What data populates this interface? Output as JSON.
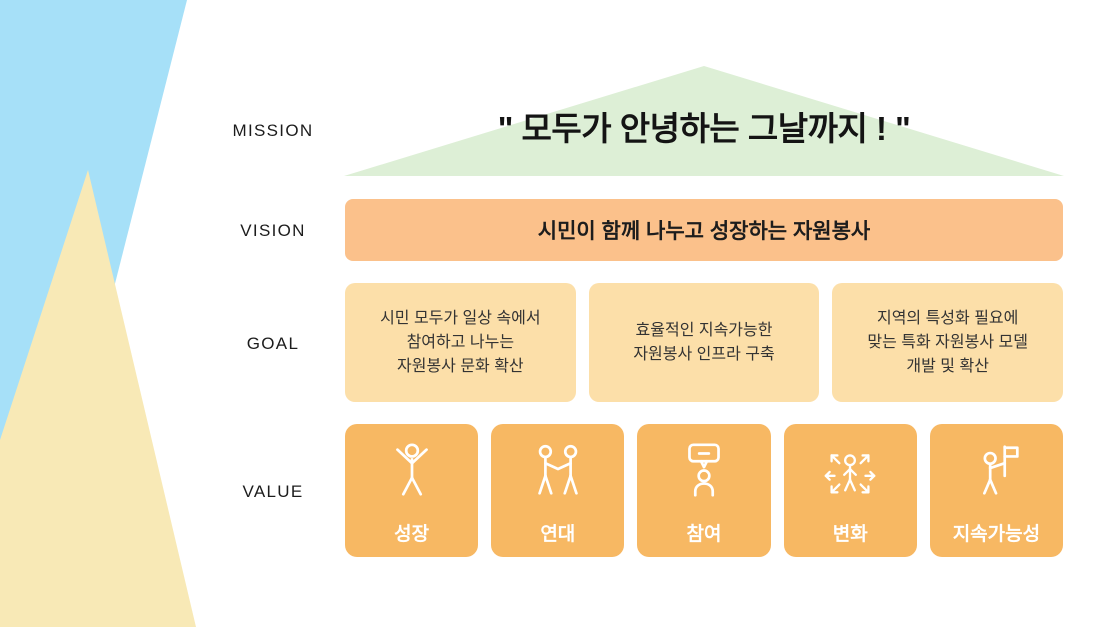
{
  "colors": {
    "background": "#ffffff",
    "left_blue_shape": "#a6e0f8",
    "left_yellow_shape": "#f8e9b6",
    "mission_roof_green": "#ddefd6",
    "vision_bar": "#fbc18b",
    "goal_card": "#fcdfa9",
    "value_card": "#f7b863",
    "dark_text": "#1c1c1c",
    "value_text": "#ffffff"
  },
  "rows": {
    "mission_label": "MISSION",
    "vision_label": "VISION",
    "goal_label": "GOAL",
    "value_label": "VALUE"
  },
  "mission": {
    "text": "\" 모두가 안녕하는 그날까지 ! \""
  },
  "vision": {
    "text": "시민이 함께 나누고 성장하는 자원봉사"
  },
  "goal": {
    "cards": [
      {
        "text": "시민 모두가 일상 속에서\n참여하고 나누는\n자원봉사 문화 확산"
      },
      {
        "text": "효율적인 지속가능한\n자원봉사 인프라 구축"
      },
      {
        "text": "지역의 특성화 필요에\n맞는 특화 자원봉사 모델\n개발 및 확산"
      }
    ]
  },
  "value": {
    "cards": [
      {
        "label": "성장",
        "icon": "person-arms-raised-icon"
      },
      {
        "label": "연대",
        "icon": "people-handshake-icon"
      },
      {
        "label": "참여",
        "icon": "person-speech-bubble-icon"
      },
      {
        "label": "변화",
        "icon": "person-arrows-out-icon"
      },
      {
        "label": "지속가능성",
        "icon": "person-flag-icon"
      }
    ]
  }
}
